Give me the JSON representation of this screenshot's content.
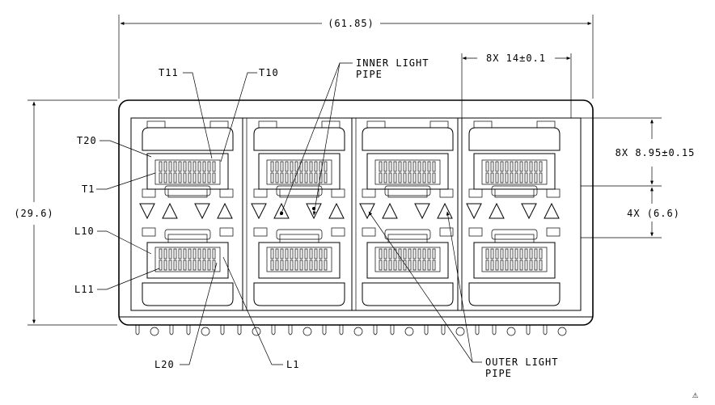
{
  "dimensions": {
    "overall_width": "(61.85)",
    "overall_height": "(29.6)",
    "port_pitch": "8X 14±0.1",
    "port_height": "8X 8.95±0.15",
    "row_spacing": "4X (6.6)"
  },
  "callouts": {
    "t11": "T11",
    "t10": "T10",
    "t20": "T20",
    "t1": "T1",
    "l10": "L10",
    "l11": "L11",
    "l20": "L20",
    "l1": "L1",
    "inner_light_pipe": [
      "INNER LIGHT",
      "PIPE"
    ],
    "outer_light_pipe": [
      "OUTER LIGHT",
      "PIPE"
    ]
  },
  "note_symbol": "⚠"
}
